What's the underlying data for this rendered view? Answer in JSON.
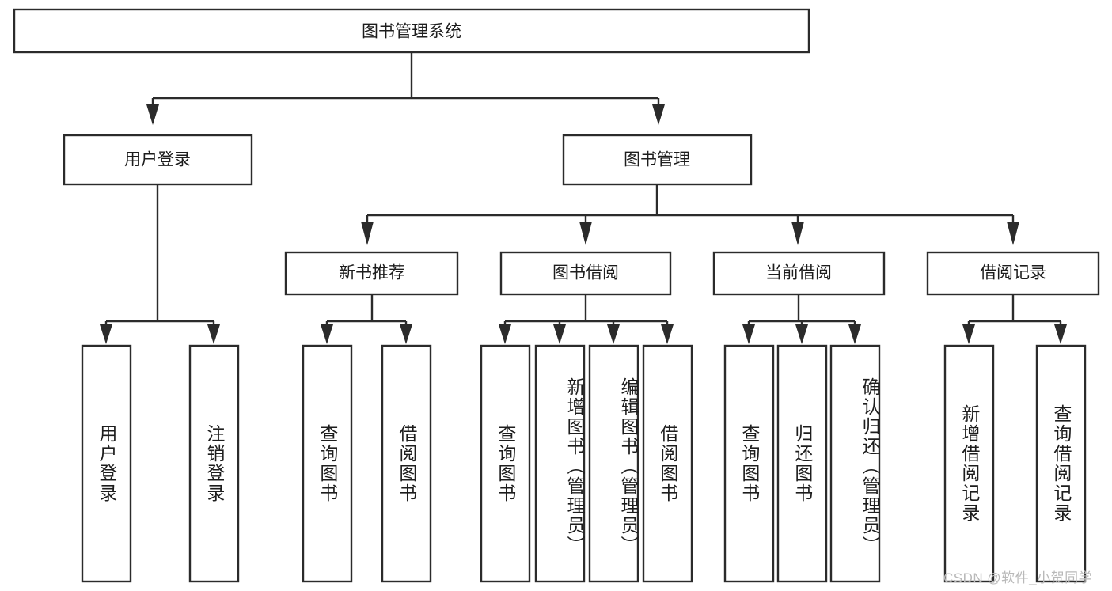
{
  "diagram": {
    "title": "图书管理系统",
    "type": "tree",
    "root": {
      "label": "图书管理系统"
    },
    "level1": [
      {
        "label": "用户登录"
      },
      {
        "label": "图书管理"
      }
    ],
    "level2": [
      {
        "label": "新书推荐",
        "parent": "图书管理"
      },
      {
        "label": "图书借阅",
        "parent": "图书管理"
      },
      {
        "label": "当前借阅",
        "parent": "图书管理"
      },
      {
        "label": "借阅记录",
        "parent": "图书管理"
      }
    ],
    "leaves": {
      "user_login": [
        {
          "label": "用户登录"
        },
        {
          "label": "注销登录"
        }
      ],
      "new_book_recommend": [
        {
          "label": "查询图书"
        },
        {
          "label": "借阅图书"
        }
      ],
      "book_borrow": [
        {
          "label": "查询图书"
        },
        {
          "label": "新增图书（管理员）"
        },
        {
          "label": "编辑图书（管理员）"
        },
        {
          "label": "借阅图书"
        }
      ],
      "current_borrow": [
        {
          "label": "查询图书"
        },
        {
          "label": "归还图书"
        },
        {
          "label": "确认归还（管理员）"
        }
      ],
      "borrow_record": [
        {
          "label": "新增借阅记录"
        },
        {
          "label": "查询借阅记录"
        }
      ]
    }
  },
  "watermark": {
    "text": "CSDN @软件_小贺同学"
  },
  "colors": {
    "stroke": "#2b2b2b",
    "box_fill": "#ffffff",
    "text": "#1d1d1d",
    "background": "#ffffff",
    "watermark": "#b9b9b9"
  }
}
